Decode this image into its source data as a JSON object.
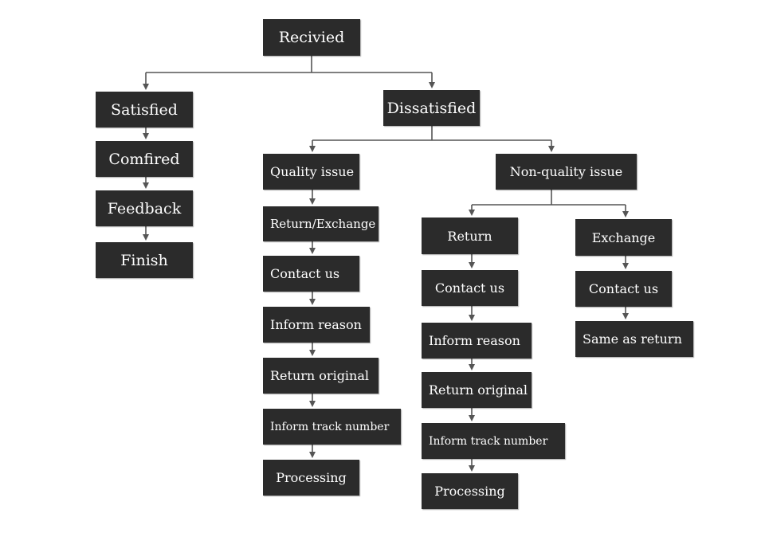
{
  "nodes": {
    "recivied": "Recivied",
    "satisfied": "Satisfied",
    "comfired": "Comfired",
    "feedback": "Feedback",
    "finish": "Finish",
    "dissatisfied": "Dissatisfied",
    "quality_issue": "Quality issue",
    "non_quality_issue": "Non-quality issue",
    "quality_return_exchange": "Return/Exchange",
    "quality_contact_us": "Contact us",
    "quality_inform_reason": "Inform reason",
    "quality_return_original": "Return original",
    "quality_inform_track_number": "Inform track number",
    "quality_processing": "Processing",
    "return": "Return",
    "return_contact_us": "Contact us",
    "return_inform_reason": "Inform reason",
    "return_return_original": "Return original",
    "return_inform_track_number": "Inform track number",
    "return_processing": "Processing",
    "exchange": "Exchange",
    "exchange_contact_us": "Contact us",
    "exchange_same_as_return": "Same as return"
  },
  "colors": {
    "node_fill": "#2b2b2b",
    "node_text": "#ffffff",
    "connector": "#555555",
    "background": "#ffffff"
  }
}
